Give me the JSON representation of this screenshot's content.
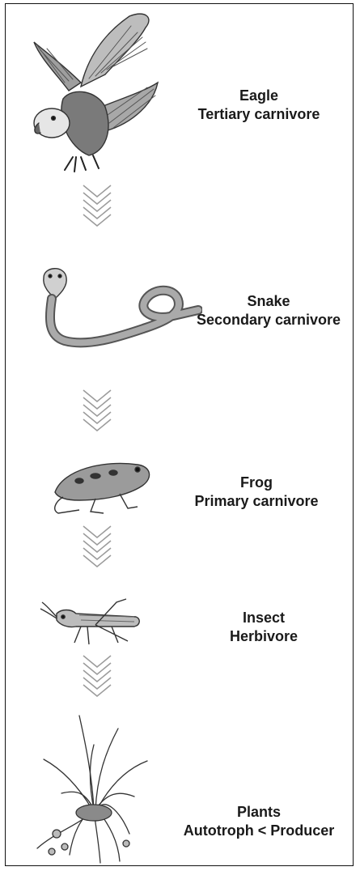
{
  "food_chain": {
    "levels": [
      {
        "name": "Eagle",
        "role": "Tertiary carnivore",
        "icon": "eagle-icon"
      },
      {
        "name": "Snake",
        "role": "Secondary carnivore",
        "icon": "snake-icon"
      },
      {
        "name": "Frog",
        "role": "Primary carnivore",
        "icon": "frog-icon"
      },
      {
        "name": "Insect",
        "role": "Herbivore",
        "icon": "grasshopper-icon"
      },
      {
        "name": "Plants",
        "role": "Autotroph  < Producer",
        "icon": "plant-icon"
      }
    ],
    "arrow_icon": "chevron-down-icon",
    "colors": {
      "text": "#1a1a1a",
      "border": "#111111",
      "arrow": "#9a9a9a"
    }
  }
}
